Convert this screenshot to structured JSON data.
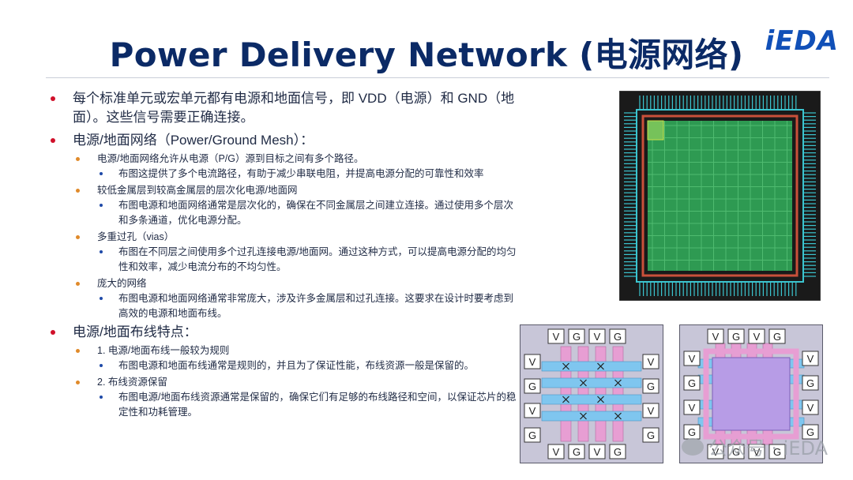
{
  "title": "Power Delivery Network (电源网络)",
  "logo": "iEDA",
  "watermark": "公众号 · iEDA",
  "colors": {
    "title": "#0b2a66",
    "bullet_l1": "#d0102a",
    "bullet_l2": "#e08a2a",
    "bullet_l3": "#1f4aa8",
    "chip_background": "#1a1a1a",
    "chip_core": "#2e9a52",
    "chip_ring": "#c9503a",
    "chip_io": "#3bc4cf",
    "grid_panel": "#c8c6d8",
    "grid_pink": "#e79ed3",
    "grid_blue": "#7fc6ef",
    "grid_core": "#b79ce6"
  },
  "bullets": [
    {
      "text": "每个标准单元或宏单元都有电源和地面信号，即 VDD（电源）和 GND（地面）。这些信号需要正确连接。",
      "children": []
    },
    {
      "text": "电源/地面网络（Power/Ground Mesh）：",
      "children": [
        {
          "text": "电源/地面网络允许从电源（P/G）源到目标之间有多个路径。",
          "detail": "布图这提供了多个电流路径，有助于减少串联电阻，并提高电源分配的可靠性和效率"
        },
        {
          "text": "较低金属层到较高金属层的层次化电源/地面网",
          "detail": "布图电源和地面网络通常是层次化的，确保在不同金属层之间建立连接。通过使用多个层次和多条通道，优化电源分配。"
        },
        {
          "text": "多重过孔（vias）",
          "detail": "布图在不同层之间使用多个过孔连接电源/地面网。通过这种方式，可以提高电源分配的均匀性和效率，减少电流分布的不均匀性。"
        },
        {
          "text": "庞大的网络",
          "detail": "布图电源和地面网络通常非常庞大，涉及许多金属层和过孔连接。这要求在设计时要考虑到高效的电源和地面布线。"
        }
      ]
    },
    {
      "text": "电源/地面布线特点：",
      "children": [
        {
          "text": "1. 电源/地面布线一般较为规则",
          "detail": "布图电源和地面布线通常是规则的，并且为了保证性能，布线资源一般是保留的。"
        },
        {
          "text": "2. 布线资源保留",
          "detail": "布图电源/地面布线资源通常是保留的，确保它们有足够的布线路径和空间，以保证芯片的稳定性和功耗管理。"
        }
      ]
    }
  ],
  "diagram": {
    "pin_v": "V",
    "pin_g": "G",
    "top_pins": [
      "V",
      "G",
      "V",
      "G"
    ],
    "bottom_pins": [
      "V",
      "G",
      "V",
      "G"
    ],
    "left_pins": [
      "V",
      "G",
      "V",
      "G"
    ],
    "right_pins": [
      "V",
      "G",
      "V",
      "G"
    ]
  }
}
